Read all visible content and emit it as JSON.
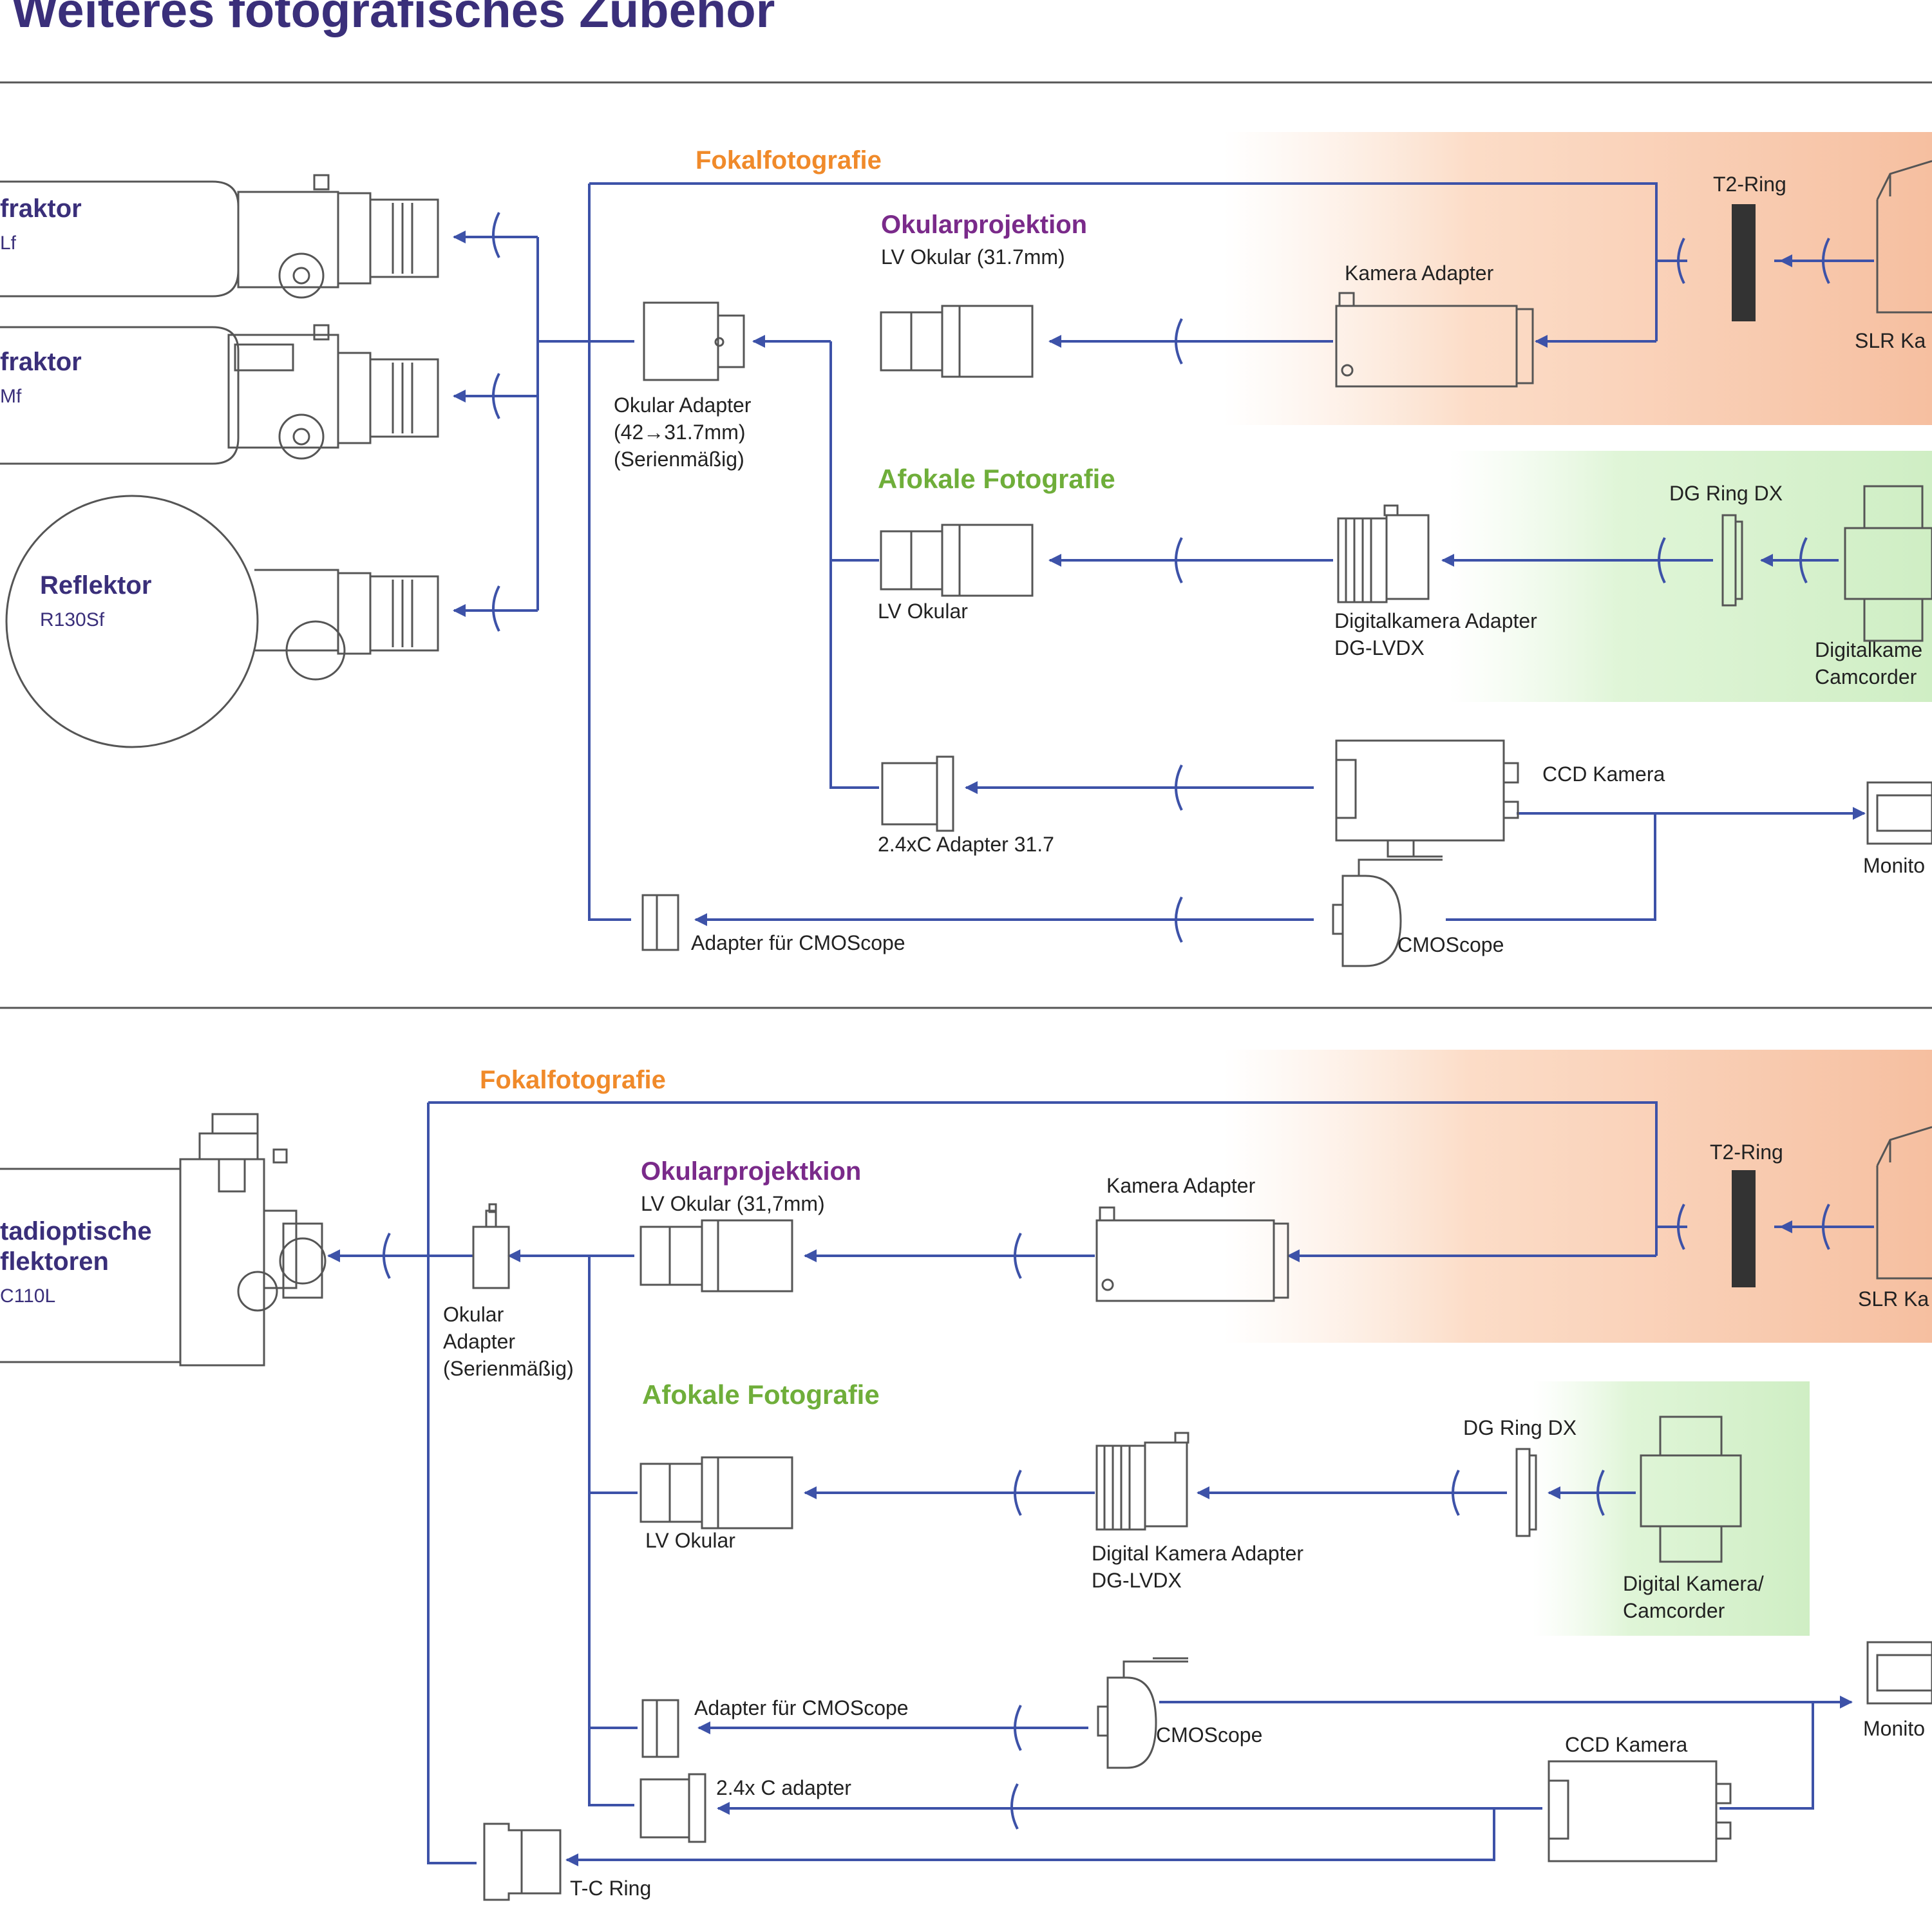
{
  "page_title": "Weiteres fotografisches Zubehör",
  "colors": {
    "line_blue": "#3d52a8",
    "purple": "#7a2a8a",
    "orange": "#f08a2a",
    "green": "#6fae3a",
    "navy": "#3a2f7a",
    "text": "#222222",
    "gray_stroke": "#555555",
    "peach_bg": "#f7c9a9",
    "green_bg": "#d7f2cf"
  },
  "top": {
    "telescopes": [
      {
        "name": "fraktor",
        "model": "Lf"
      },
      {
        "name": "fraktor",
        "model": "Mf"
      },
      {
        "name": "Reflektor",
        "model": "R130Sf"
      }
    ],
    "fokal_label": "Fokalfotografie",
    "okularprojektion_title": "Okularprojektion",
    "okularprojektion_sub": "LV Okular (31.7mm)",
    "kamera_adapter": "Kamera Adapter",
    "t2_ring": "T2-Ring",
    "slr_kamera": "SLR Ka",
    "okular_adapter": [
      "Okular Adapter",
      "(42→31.7mm)",
      "(Serienmäßig)"
    ],
    "afokale_title": "Afokale Fotografie",
    "lv_okular": "LV Okular",
    "digitalkamera_adapter": [
      "Digitalkamera Adapter",
      "DG-LVDX"
    ],
    "dg_ring": "DG Ring DX",
    "digitalkamera": [
      "Digitalkame",
      "Camcorder"
    ],
    "adapter_24": "2.4xC Adapter 31.7",
    "ccd_kamera": "CCD Kamera",
    "monitor": "Monito",
    "adapter_cmos": "Adapter für CMOScope",
    "cmoscope": "CMOScope"
  },
  "bottom": {
    "telescope": [
      "tadioptische",
      "flektoren",
      "C110L"
    ],
    "fokal_label": "Fokalfotografie",
    "okularprojektion_title": "Okularprojektkion",
    "okularprojektion_sub": "LV Okular (31,7mm)",
    "kamera_adapter": "Kamera Adapter",
    "t2_ring": "T2-Ring",
    "slr_kamera": "SLR Ka",
    "okular_adapter": [
      "Okular",
      "Adapter",
      "(Serienmäßig)"
    ],
    "afokale_title": "Afokale Fotografie",
    "lv_okular": "LV Okular",
    "digitalkamera_adapter": [
      "Digital Kamera Adapter",
      "DG-LVDX"
    ],
    "dg_ring": "DG Ring DX",
    "digitalkamera": [
      "Digital Kamera/",
      "Camcorder"
    ],
    "adapter_cmos": "Adapter für CMOScope",
    "cmoscope": "CMOScope",
    "monitor": "Monito",
    "ccd_kamera": "CCD Kamera",
    "adapter_24": "2.4x C adapter",
    "tc_ring": "T-C Ring"
  }
}
